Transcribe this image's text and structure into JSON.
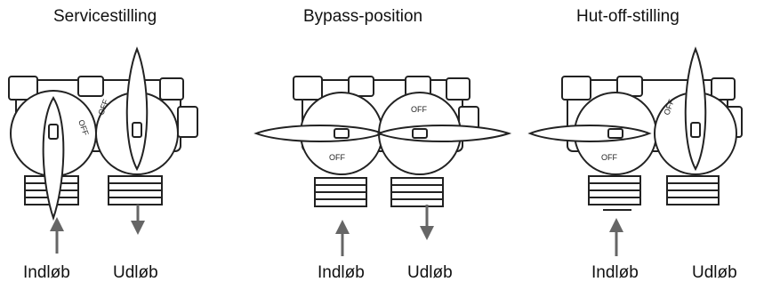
{
  "diagram": {
    "panels": [
      {
        "id": "service",
        "title": "Servicestilling",
        "inlet_label": "Indløb",
        "outlet_label": "Udløb"
      },
      {
        "id": "bypass",
        "title": "Bypass-position",
        "inlet_label": "Indløb",
        "outlet_label": "Udløb"
      },
      {
        "id": "shutoff",
        "title": "Hut-off-stilling",
        "inlet_label": "Indløb",
        "outlet_label": "Udløb"
      }
    ],
    "knob_text": "OFF",
    "colors": {
      "line": "#222222",
      "arrow": "#666666",
      "fill": "#ffffff"
    }
  }
}
